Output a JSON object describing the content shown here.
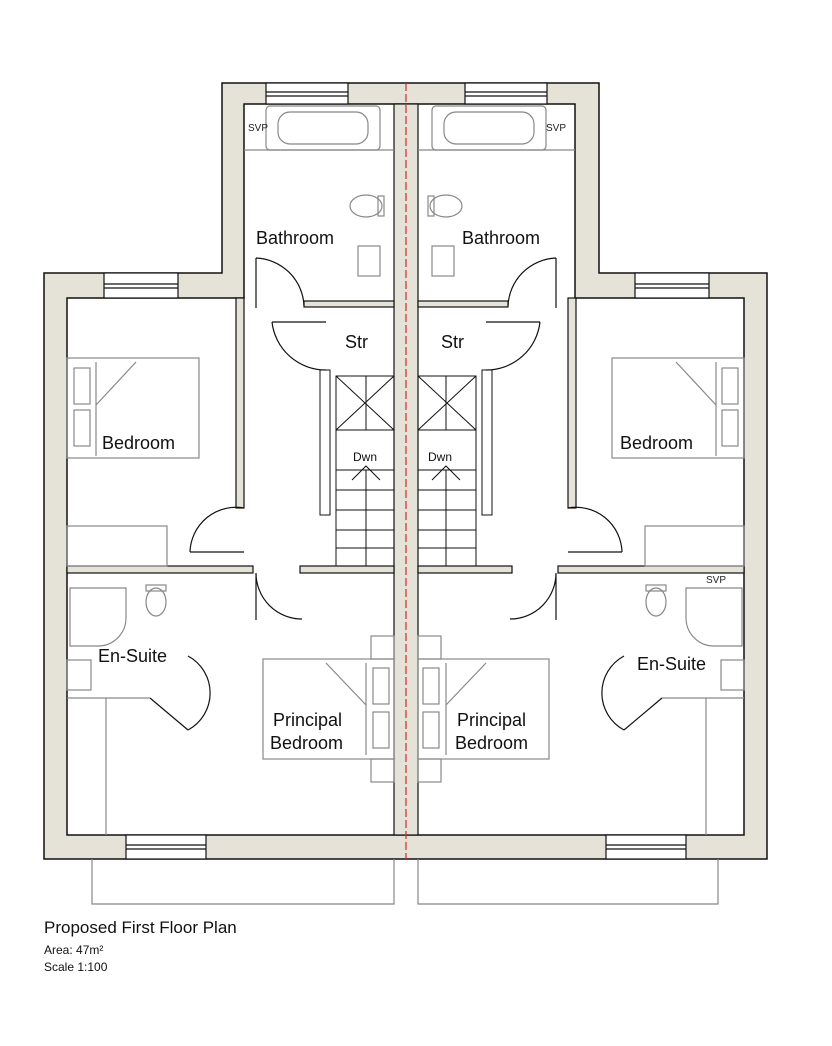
{
  "plan": {
    "title": "Proposed First Floor Plan",
    "area": "Area: 47m²",
    "scale": "Scale 1:100",
    "rooms": {
      "bathroom_left": "Bathroom",
      "bathroom_right": "Bathroom",
      "store_left": "Str",
      "store_right": "Str",
      "bedroom_left": "Bedroom",
      "bedroom_right": "Bedroom",
      "ensuite_left": "En-Suite",
      "ensuite_right": "En-Suite",
      "principal_left_1": "Principal",
      "principal_left_2": "Bedroom",
      "principal_right_1": "Principal",
      "principal_right_2": "Bedroom"
    },
    "stair_left": "Dwn",
    "stair_right": "Dwn",
    "svp_top_left": "SVP",
    "svp_top_right": "SVP",
    "svp_mid_right": "SVP"
  },
  "colors": {
    "wall_fill": "#e5e2d8",
    "line": "#111111",
    "fixture": "#888888",
    "party_line": "#d42a2a"
  }
}
